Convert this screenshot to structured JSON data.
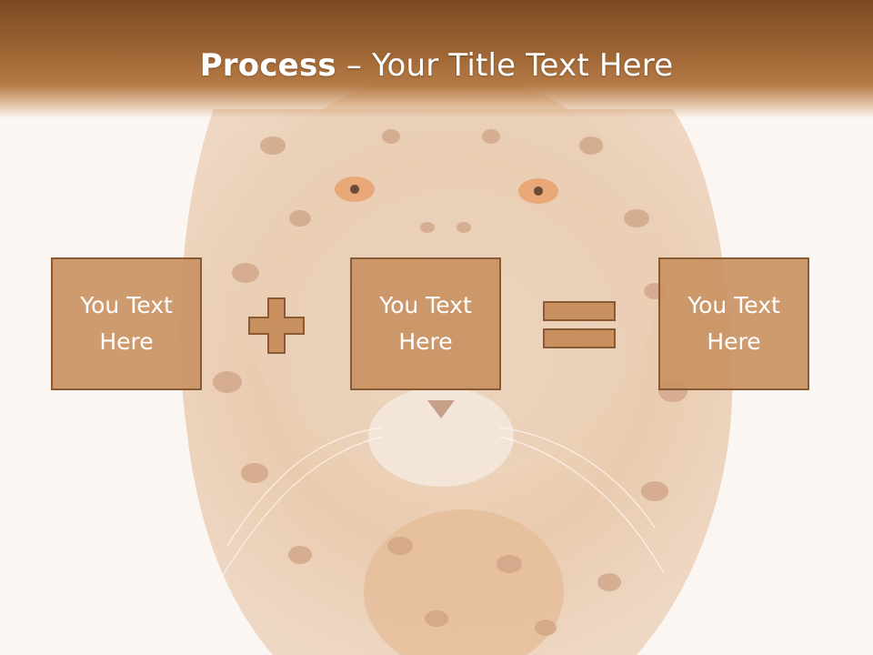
{
  "slide": {
    "title_bold": "Process",
    "title_rest": " – Your Title Text Here",
    "boxes": [
      {
        "line1": "You Text",
        "line2": "Here"
      },
      {
        "line1": "You Text",
        "line2": "Here"
      },
      {
        "line1": "You Text",
        "line2": "Here"
      }
    ],
    "operators": [
      "plus",
      "equals"
    ]
  },
  "colors": {
    "title_band": "#9a6231",
    "box_fill": "#c99160",
    "box_border": "#8a5a34",
    "operator_fill": "#c99160",
    "background": "#fbf6f2"
  }
}
